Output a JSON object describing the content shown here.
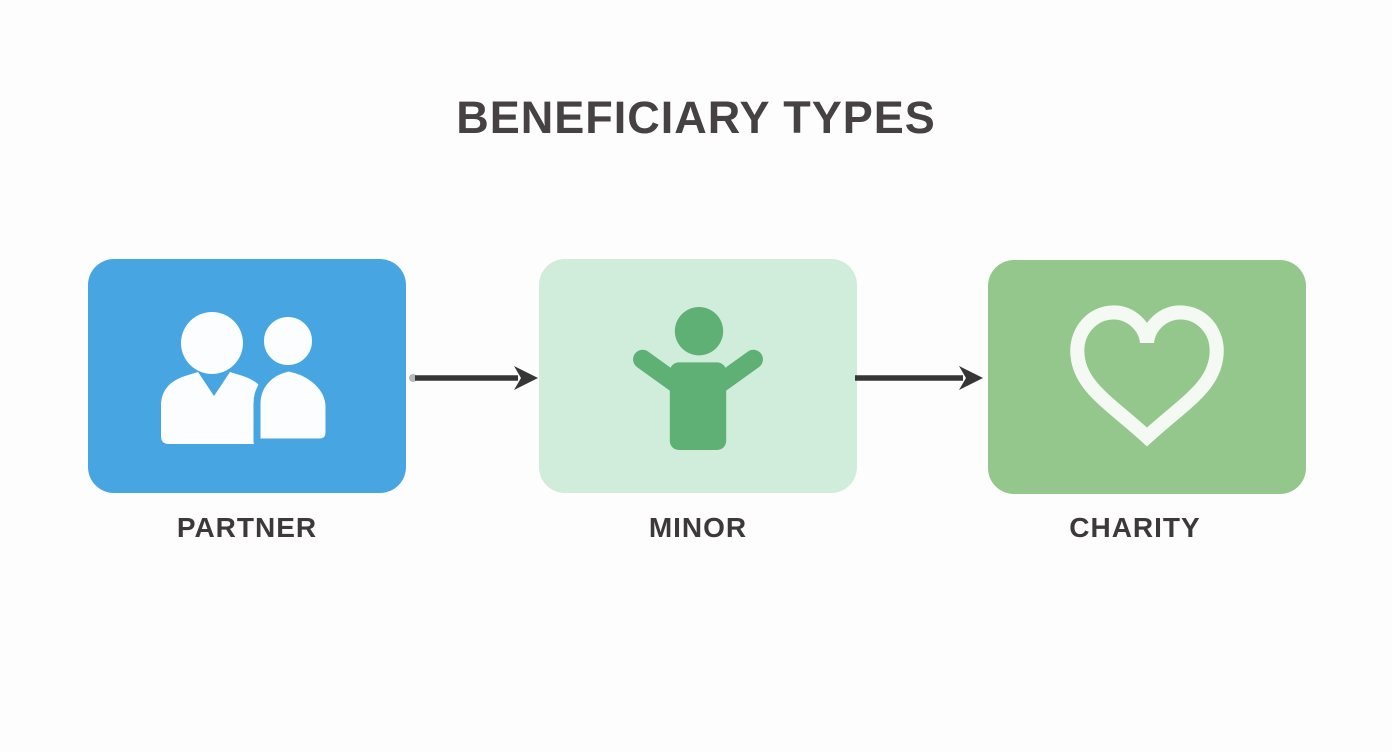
{
  "title": "BENEFICIARY TYPES",
  "diagram": {
    "nodes": [
      {
        "id": "partner",
        "label": "PARTNER",
        "icon": "partners-icon",
        "box_color": "#47a5e2",
        "icon_color": "#fbfdfe"
      },
      {
        "id": "minor",
        "label": "MINOR",
        "icon": "child-icon",
        "box_color": "#d0ecda",
        "icon_color": "#5fb075"
      },
      {
        "id": "charity",
        "label": "CHARITY",
        "icon": "heart-icon",
        "box_color": "#93c78b",
        "icon_color": "#f4f9f3"
      }
    ],
    "connectors": [
      {
        "from": "PARTNER",
        "to": "MINOR",
        "type": "arrow"
      },
      {
        "from": "MINOR",
        "to": "CHARITY",
        "type": "arrow"
      }
    ],
    "colors": {
      "background": "#fdfdfd",
      "title_text": "#464243",
      "label_text": "#3d393a",
      "arrow": "#363636"
    }
  }
}
